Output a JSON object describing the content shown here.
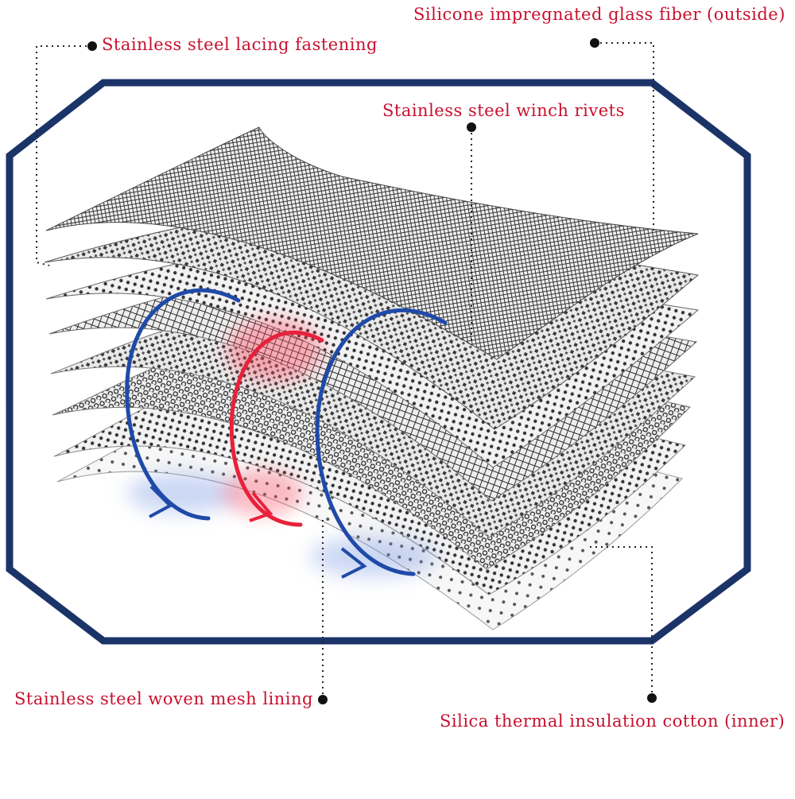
{
  "labels": {
    "outside": "Silicone impregnated glass fiber (outside)",
    "lacing": "Stainless steel lacing fastening",
    "rivets": "Stainless steel winch rivets",
    "mesh": "Stainless steel woven mesh lining",
    "inner": "Silica thermal insulation cotton (inner)"
  },
  "colors": {
    "label_text": "#c8102e",
    "frame": "#1b3468",
    "blue_arc": "#1f4aa8",
    "red_arc": "#e8213a",
    "leader": "#222222"
  },
  "icons": {
    "frame": "octagon-frame",
    "layers": "material-layer-stack",
    "arcs": "heat-flow-arrows"
  }
}
